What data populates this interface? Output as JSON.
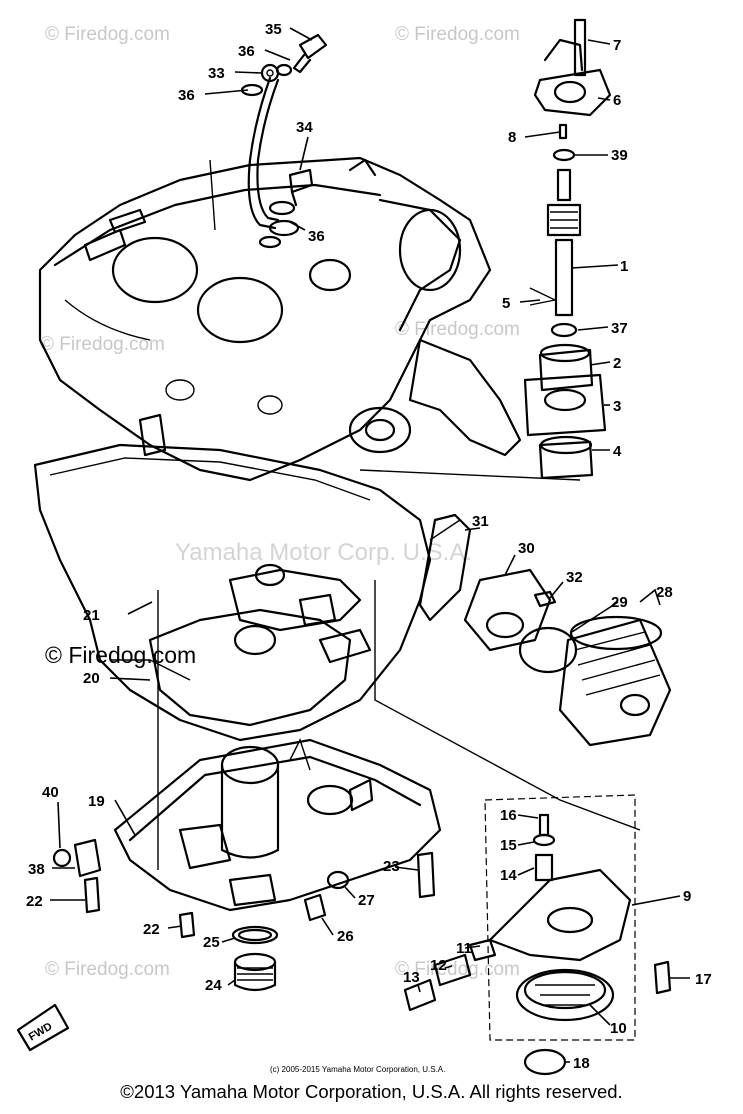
{
  "watermarks": {
    "corner": "© Firedog.com",
    "left_label": "© Firedog.com",
    "center": "Yamaha Motor Corp. U.S.A."
  },
  "small_copyright": "(c) 2005-2015 Yamaha Motor Corporation, U.S.A.",
  "fwd_label": "FWD",
  "footer": "©2013 Yamaha Motor Corporation, U.S.A. All rights reserved.",
  "callouts": {
    "c1": "1",
    "c2": "2",
    "c3": "3",
    "c4": "4",
    "c5": "5",
    "c6": "6",
    "c7": "7",
    "c8": "8",
    "c9": "9",
    "c10": "10",
    "c11": "11",
    "c12": "12",
    "c13": "13",
    "c14": "14",
    "c15": "15",
    "c16": "16",
    "c17": "17",
    "c18": "18",
    "c19": "19",
    "c20": "20",
    "c21": "21",
    "c22a": "22",
    "c22b": "22",
    "c23": "23",
    "c24": "24",
    "c25": "25",
    "c26": "26",
    "c27": "27",
    "c28": "28",
    "c29": "29",
    "c30": "30",
    "c31": "31",
    "c32": "32",
    "c33": "33",
    "c34": "34",
    "c35": "35",
    "c36a": "36",
    "c36b": "36",
    "c36c": "36",
    "c37": "37",
    "c38": "38",
    "c39": "39",
    "c40": "40"
  }
}
